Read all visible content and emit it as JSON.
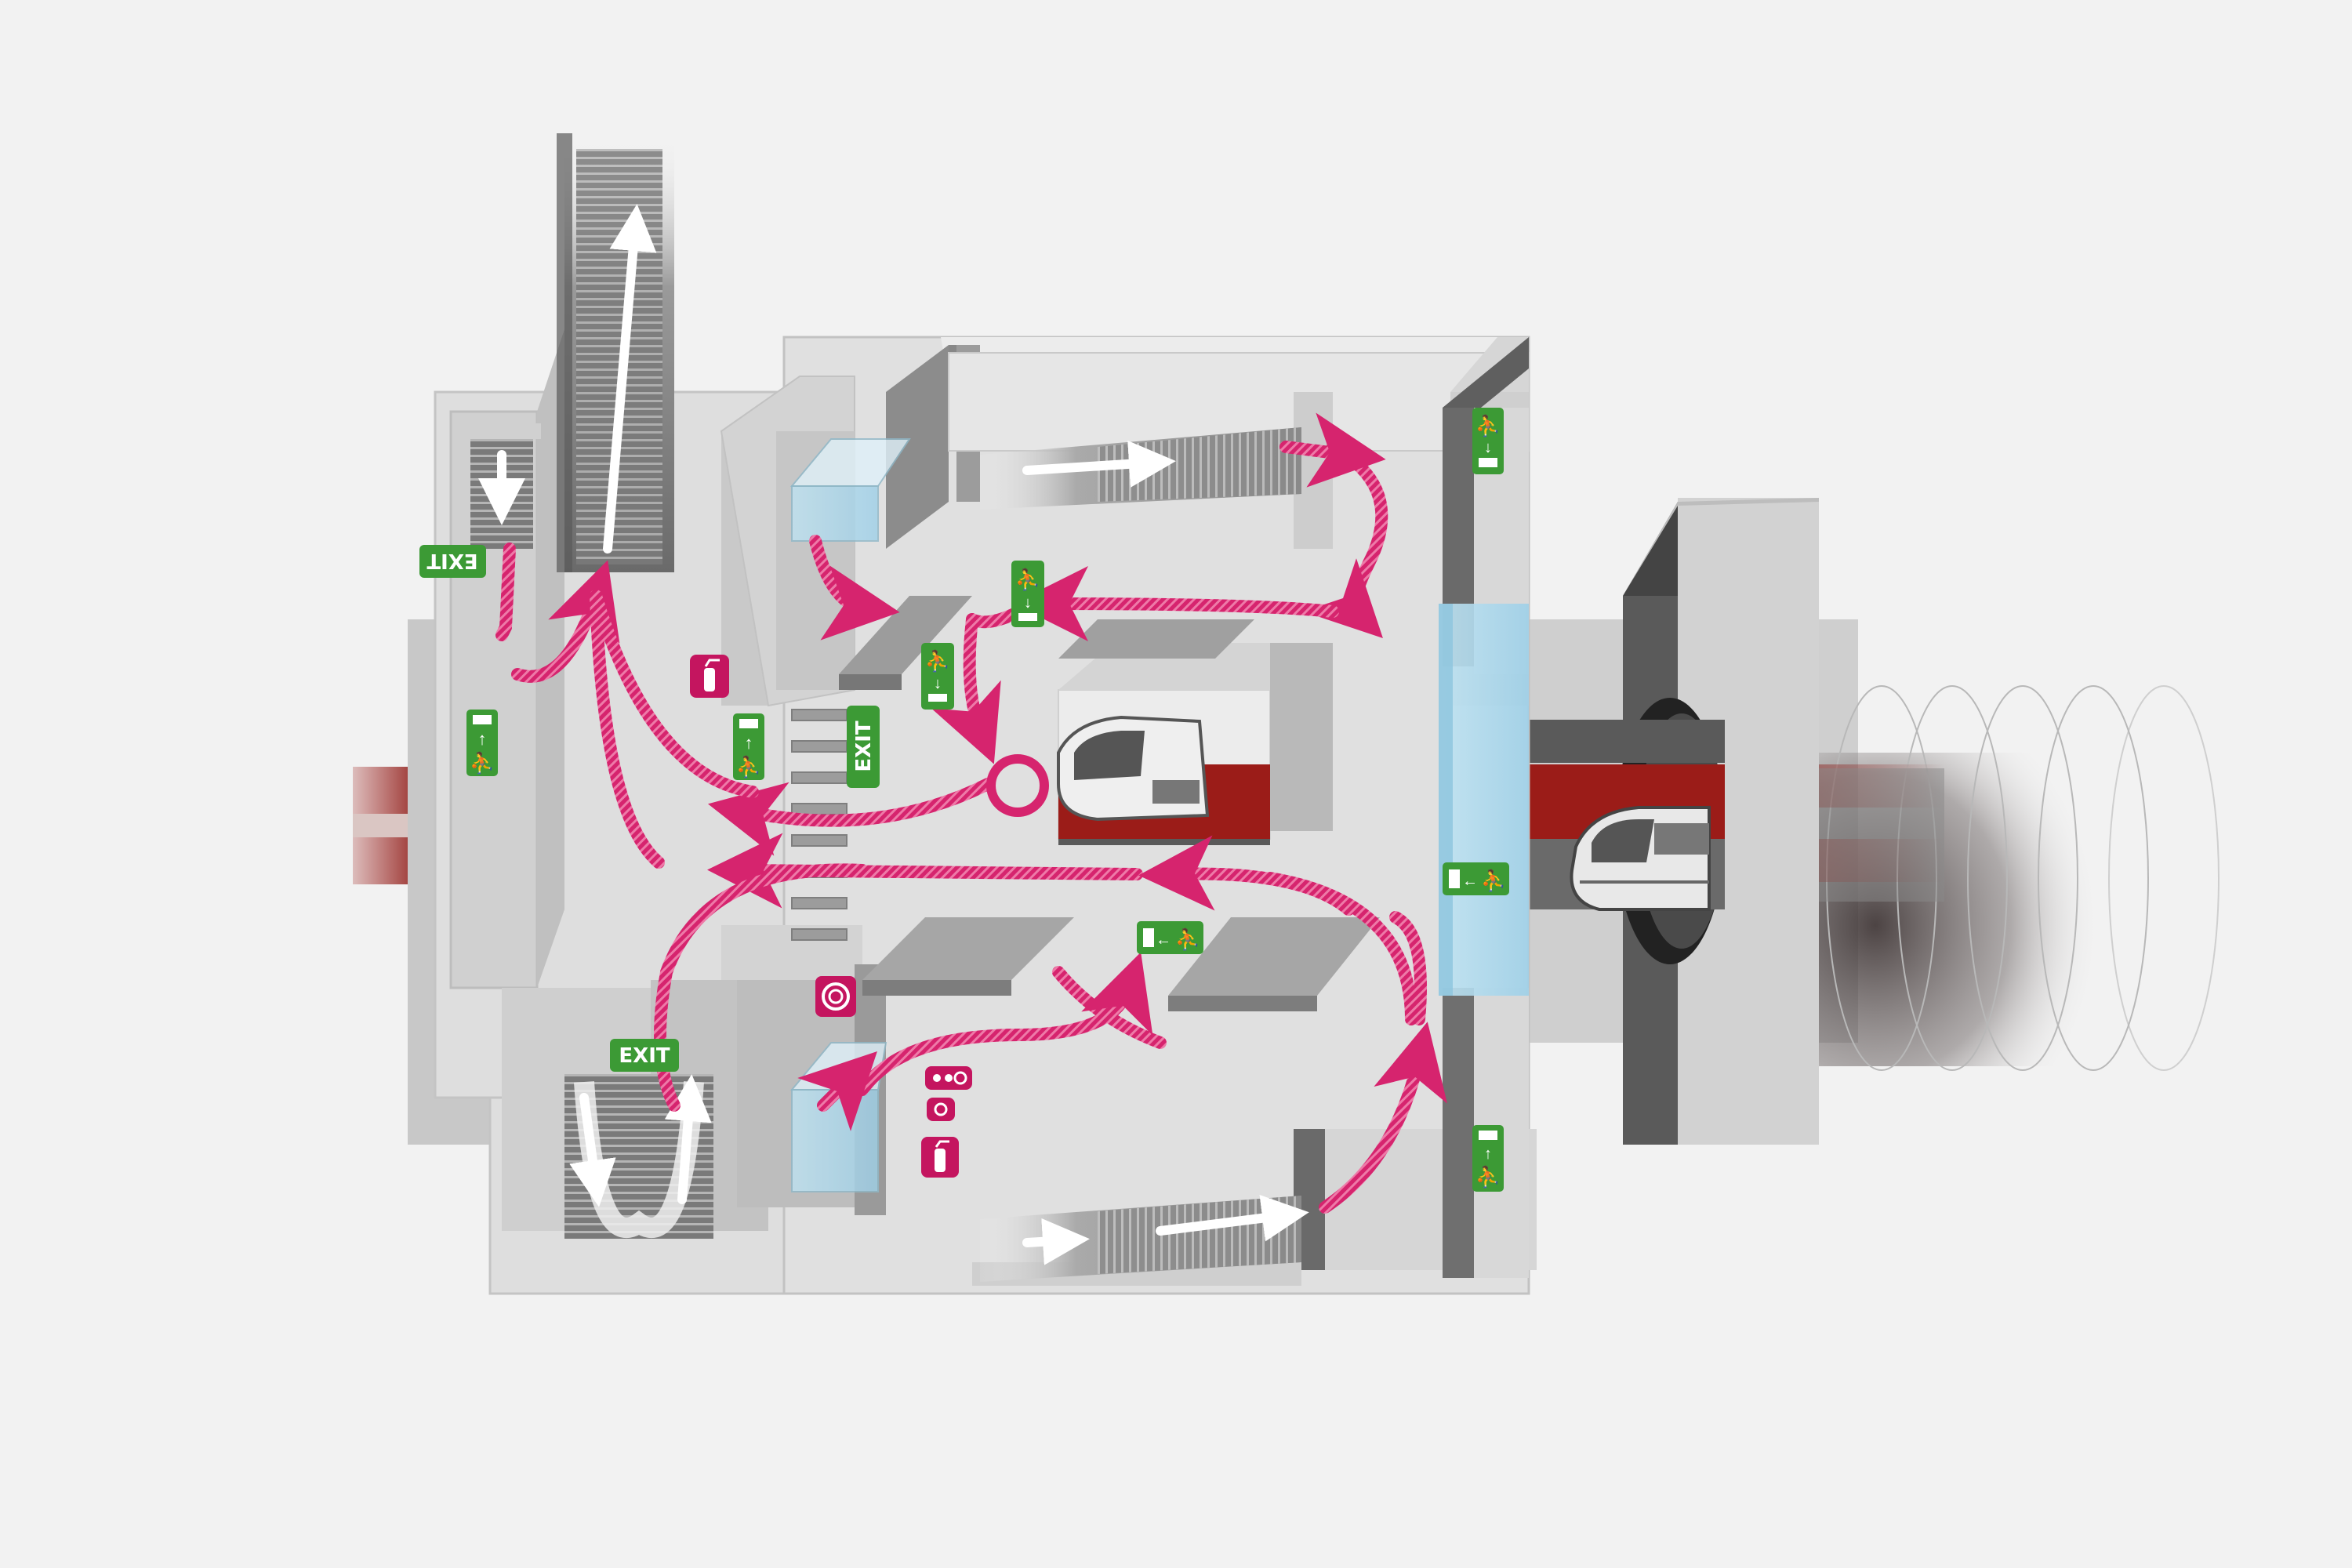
{
  "diagram": {
    "signs": {
      "exit_top_left": "EXIT",
      "exit_vertical": "EXIT",
      "exit_bottom": "EXIT"
    },
    "icons": [
      "fire-extinguisher-icon",
      "emergency-exit-icon",
      "fire-hose-reel-icon",
      "alarm-call-point-icon",
      "escalator-icon",
      "stairs-icon",
      "metro-train-icon",
      "tunnel-icon"
    ],
    "colors": {
      "evacuation_route": "#d6246e",
      "exit_sign": "#3c9a35",
      "safety_equipment": "#c4155f",
      "rail_track": "#9b1c18",
      "glass_platform_screen": "#bfe3f2",
      "structure": "#d7d7d7"
    }
  }
}
